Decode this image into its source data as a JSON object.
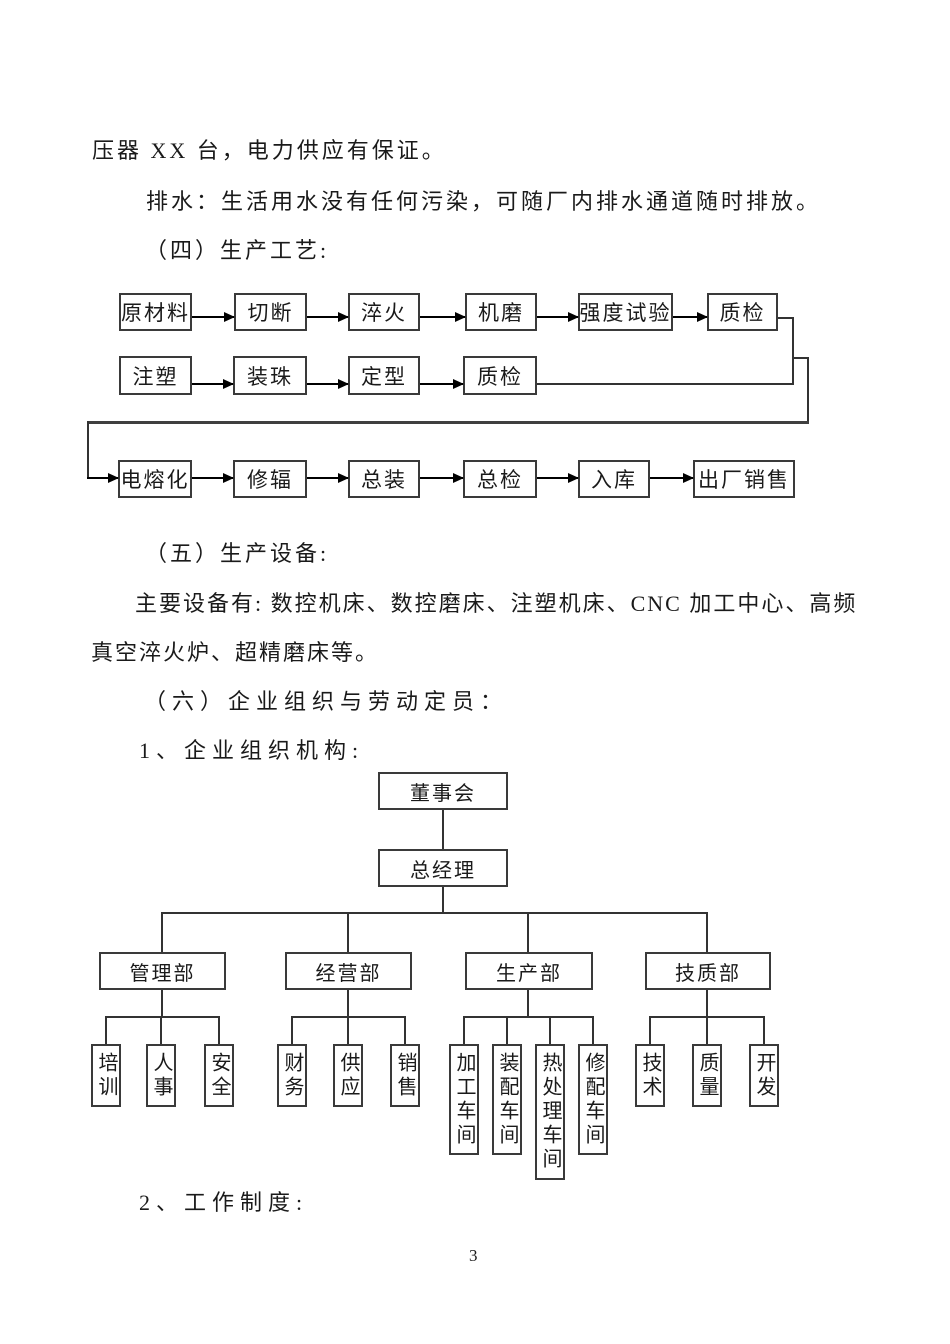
{
  "page": {
    "number": "3"
  },
  "paragraphs": {
    "line1": "压器 XX 台，电力供应有保证。",
    "line2": "排水：生活用水没有任何污染，可随厂内排水通道随时排放。",
    "heading4": "（四）生产工艺:",
    "heading5": "（五）生产设备:",
    "equipment_line1": "主要设备有: 数控机床、数控磨床、注塑机床、CNC 加工中心、高频",
    "equipment_line2": "真空淬火炉、超精磨床等。",
    "heading6": "（六）企业组织与劳动定员：",
    "sub1": "1、企业组织机构:",
    "sub2": "2、工作制度:"
  },
  "process_flow": {
    "rows": [
      [
        "原材料",
        "切断",
        "淬火",
        "机磨",
        "强度试验",
        "质检"
      ],
      [
        "注塑",
        "装珠",
        "定型",
        "质检"
      ],
      [
        "电熔化",
        "修辐",
        "总装",
        "总检",
        "入库",
        "出厂销售"
      ]
    ]
  },
  "org_chart": {
    "root": "董事会",
    "general_manager": "总经理",
    "departments": [
      {
        "name": "管理部",
        "children": [
          "培训",
          "人事",
          "安全"
        ]
      },
      {
        "name": "经营部",
        "children": [
          "财务",
          "供应",
          "销售"
        ]
      },
      {
        "name": "生产部",
        "children": [
          "加工车间",
          "装配车间",
          "热处理车间",
          "修配车间"
        ]
      },
      {
        "name": "技质部",
        "children": [
          "技术",
          "质量",
          "开发"
        ]
      }
    ]
  },
  "colors": {
    "line": "#333333",
    "text": "#1a1a1a",
    "background": "#ffffff"
  }
}
